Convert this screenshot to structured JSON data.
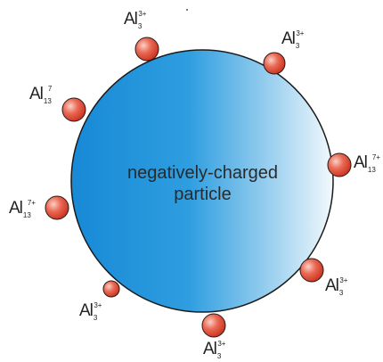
{
  "particle": {
    "label_line1": "negatively-charged",
    "label_line2": "particle",
    "gradient": [
      "#1e8fd8",
      "#eef7fc"
    ],
    "outline": "#1a1a1a"
  },
  "ion_color": "#e04a3a",
  "ions": [
    {
      "base": "Al",
      "sub": "3",
      "sup": "3+"
    },
    {
      "base": "Al",
      "sub": "3",
      "sup": "3+"
    },
    {
      "base": "Al",
      "sub": "13",
      "sup": "7"
    },
    {
      "base": "Al",
      "sub": "13",
      "sup": "7+"
    },
    {
      "base": "Al",
      "sub": "13",
      "sup": "7+"
    },
    {
      "base": "Al",
      "sub": "3",
      "sup": "3+"
    },
    {
      "base": "Al",
      "sub": "3",
      "sup": "3+"
    },
    {
      "base": "Al",
      "sub": "3",
      "sup": "3+"
    }
  ]
}
